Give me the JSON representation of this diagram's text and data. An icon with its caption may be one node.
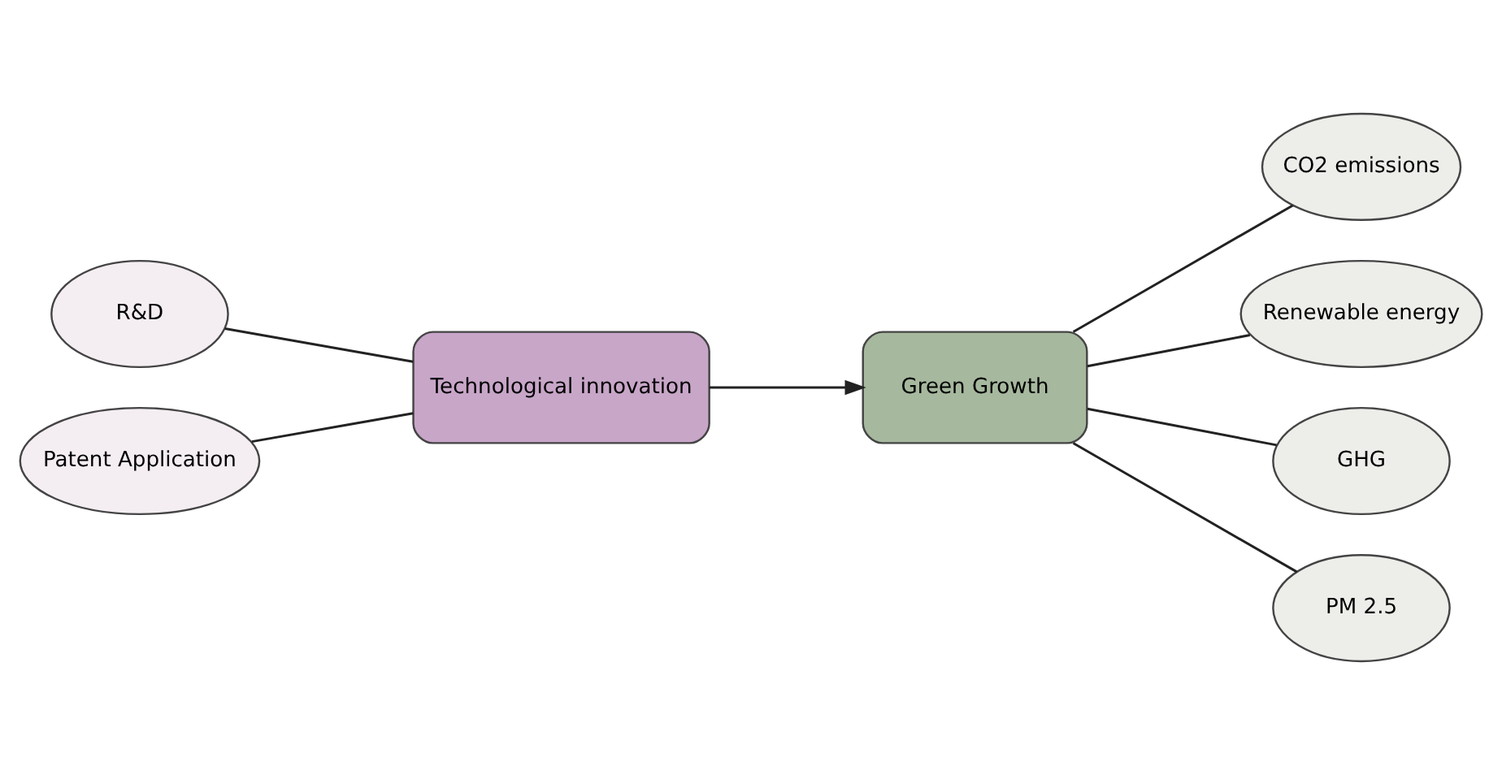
{
  "diagram": {
    "nodes": [
      {
        "text": [
          "R&D"
        ]
      },
      {
        "text": [
          "Patent Application"
        ]
      },
      {
        "text": [
          "Technological innovation"
        ]
      },
      {
        "text": [
          "Green Growth"
        ]
      },
      {
        "text": [
          "CO2 emissions"
        ]
      },
      {
        "text": [
          "Renewable energy"
        ]
      },
      {
        "text": [
          "GHG"
        ]
      },
      {
        "text": [
          "PM 2.5"
        ]
      }
    ],
    "edges": [
      {
        "from": 0,
        "to": 2,
        "arrow": "none"
      },
      {
        "from": 1,
        "to": 2,
        "arrow": "none"
      },
      {
        "from": 2,
        "to": 3,
        "arrow": "to"
      },
      {
        "from": 3,
        "to": 4,
        "arrow": "none"
      },
      {
        "from": 3,
        "to": 5,
        "arrow": "none"
      },
      {
        "from": 3,
        "to": 6,
        "arrow": "none"
      },
      {
        "from": 3,
        "to": 7,
        "arrow": "none"
      }
    ]
  }
}
